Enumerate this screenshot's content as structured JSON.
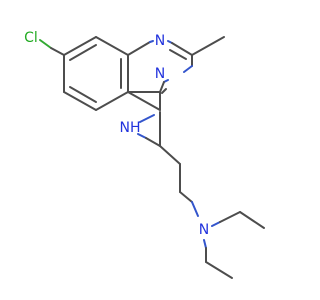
{
  "molecule": {
    "atoms": {
      "cl": "Cl",
      "n1": "N",
      "n3": "N",
      "nh": "NH",
      "n_amine": "N"
    }
  },
  "colors": {
    "carbon_bond": "#4d4d4d",
    "nitrogen": "#2233dd",
    "chlorine": "#22aa22",
    "background": "#ffffff"
  }
}
